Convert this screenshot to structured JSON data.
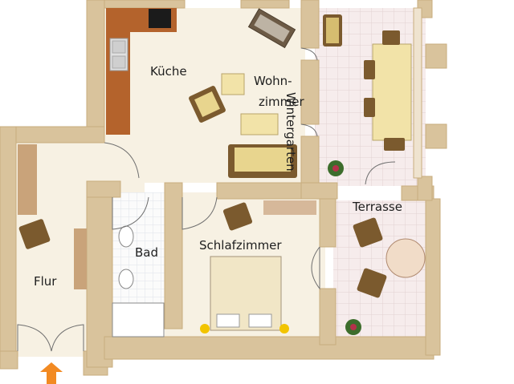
{
  "rooms": {
    "kueche": "Küche",
    "wohnzimmer_line1": "Wohn-",
    "wohnzimmer_line2": "zimmer",
    "wintergarten": "Wintergarten",
    "terrasse": "Terrasse",
    "bad": "Bad",
    "schlafzimmer": "Schlafzimmer",
    "flur": "Flur"
  },
  "colors": {
    "wall": "#d9c39c",
    "floor": "#f7f1e3",
    "terrace_floor": "#f4e8e8",
    "kitchen_counter": "#b4632c",
    "sofa_frame": "#7b5a2e",
    "cushion": "#e8d58e",
    "entrance_arrow": "#f28a22",
    "lamp": "#f2c400"
  },
  "icons": {
    "entrance": "arrow-up-icon",
    "plant": "plant-icon"
  }
}
